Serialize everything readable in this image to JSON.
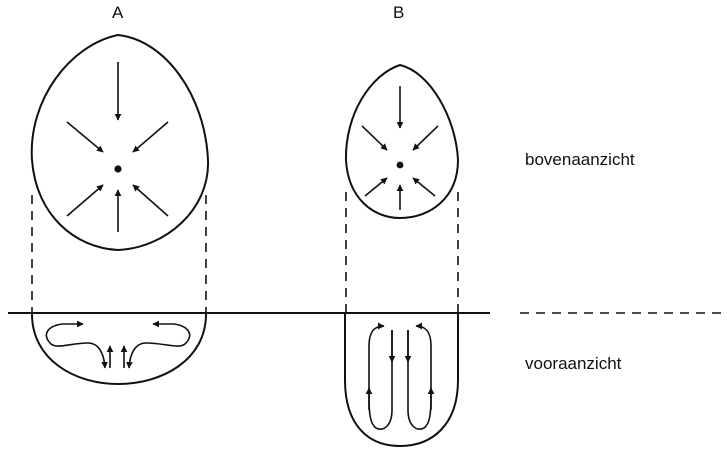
{
  "labels": {
    "a": "A",
    "b": "B",
    "top_view": "bovenaanzicht",
    "front_view": "vooraanzicht"
  },
  "colors": {
    "ink": "#111111",
    "background": "#ffffff"
  }
}
